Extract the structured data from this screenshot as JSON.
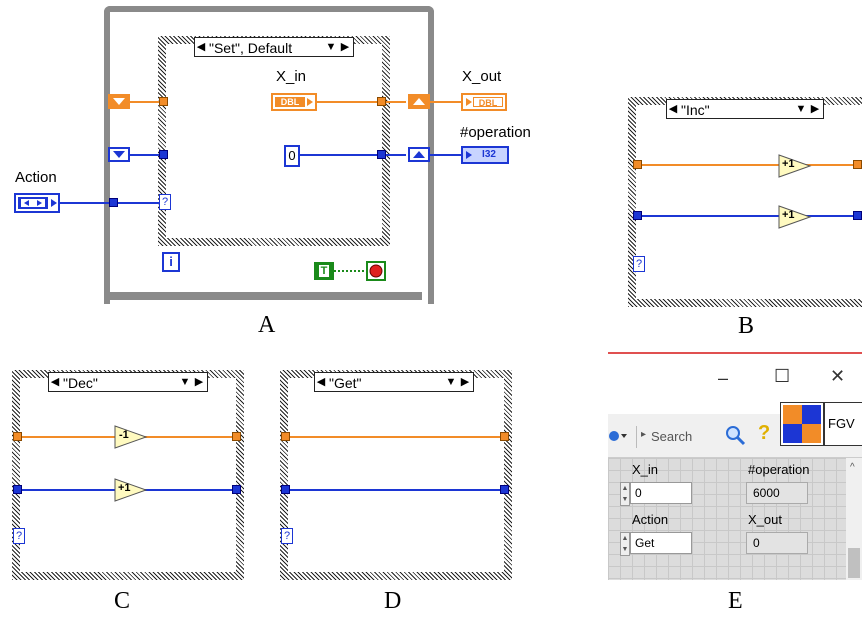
{
  "captions": {
    "a": "A",
    "b": "B",
    "c": "C",
    "d": "D",
    "e": "E"
  },
  "panel_a": {
    "case_selector": "\"Set\", Default",
    "x_in_label": "X_in",
    "x_out_label": "X_out",
    "operation_label": "#operation",
    "action_label": "Action",
    "dbl_in_tag": "DBL",
    "dbl_out_tag": "DBL",
    "i32_tag": "I32",
    "constant_zero": "0",
    "case_terminal": "?",
    "iteration_terminal": "i",
    "true_constant": "T"
  },
  "panel_b": {
    "case_selector": "\"Inc\"",
    "inc_top": "+1",
    "inc_bottom": "+1",
    "case_terminal": "?"
  },
  "panel_c": {
    "case_selector": "\"Dec\"",
    "dec_top": "-1",
    "inc_bottom": "+1",
    "case_terminal": "?"
  },
  "panel_d": {
    "case_selector": "\"Get\"",
    "case_terminal": "?"
  },
  "panel_e": {
    "minimize": "–",
    "maximize": "☐",
    "close": "✕",
    "search_label": "Search",
    "help_icon": "?",
    "vi_name": "FGV",
    "x_in_label": "X_in",
    "x_in_value": "0",
    "operation_label": "#operation",
    "operation_value": "6000",
    "action_label": "Action",
    "action_value": "Get",
    "x_out_label": "X_out",
    "x_out_value": "0"
  },
  "colors": {
    "double_wire": "#f28c28",
    "integer_wire": "#1c36d4",
    "loop_frame": "#8a8a8a",
    "boolean": "#1a8a1a",
    "title_accent": "#e05050"
  }
}
